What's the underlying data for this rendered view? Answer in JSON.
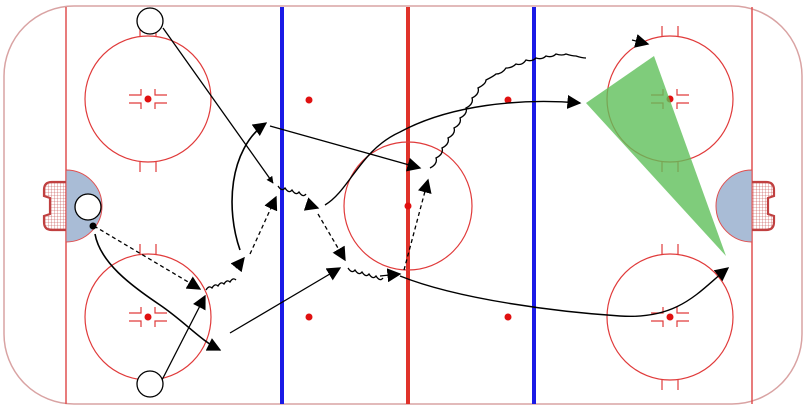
{
  "diagram": {
    "type": "hockey-drill",
    "colors": {
      "rink_border": "#d9a3a3",
      "red_line": "#e0322a",
      "blue_line": "#1a1ae6",
      "goal_line": "#e05050",
      "circle": "#e03a3a",
      "dot": "#e01010",
      "crease_fill": "#a9bcd6",
      "net": "#c04040",
      "shot_zone": "#5fbf5a",
      "pass_line": "#000000",
      "player_fill": "#ffffff",
      "player_stroke": "#000000"
    },
    "elements": {
      "players": [
        "player-top-left",
        "player-net-left",
        "player-bottom-left"
      ],
      "puck": "puck",
      "shot_zone": "scoring-zone"
    }
  }
}
